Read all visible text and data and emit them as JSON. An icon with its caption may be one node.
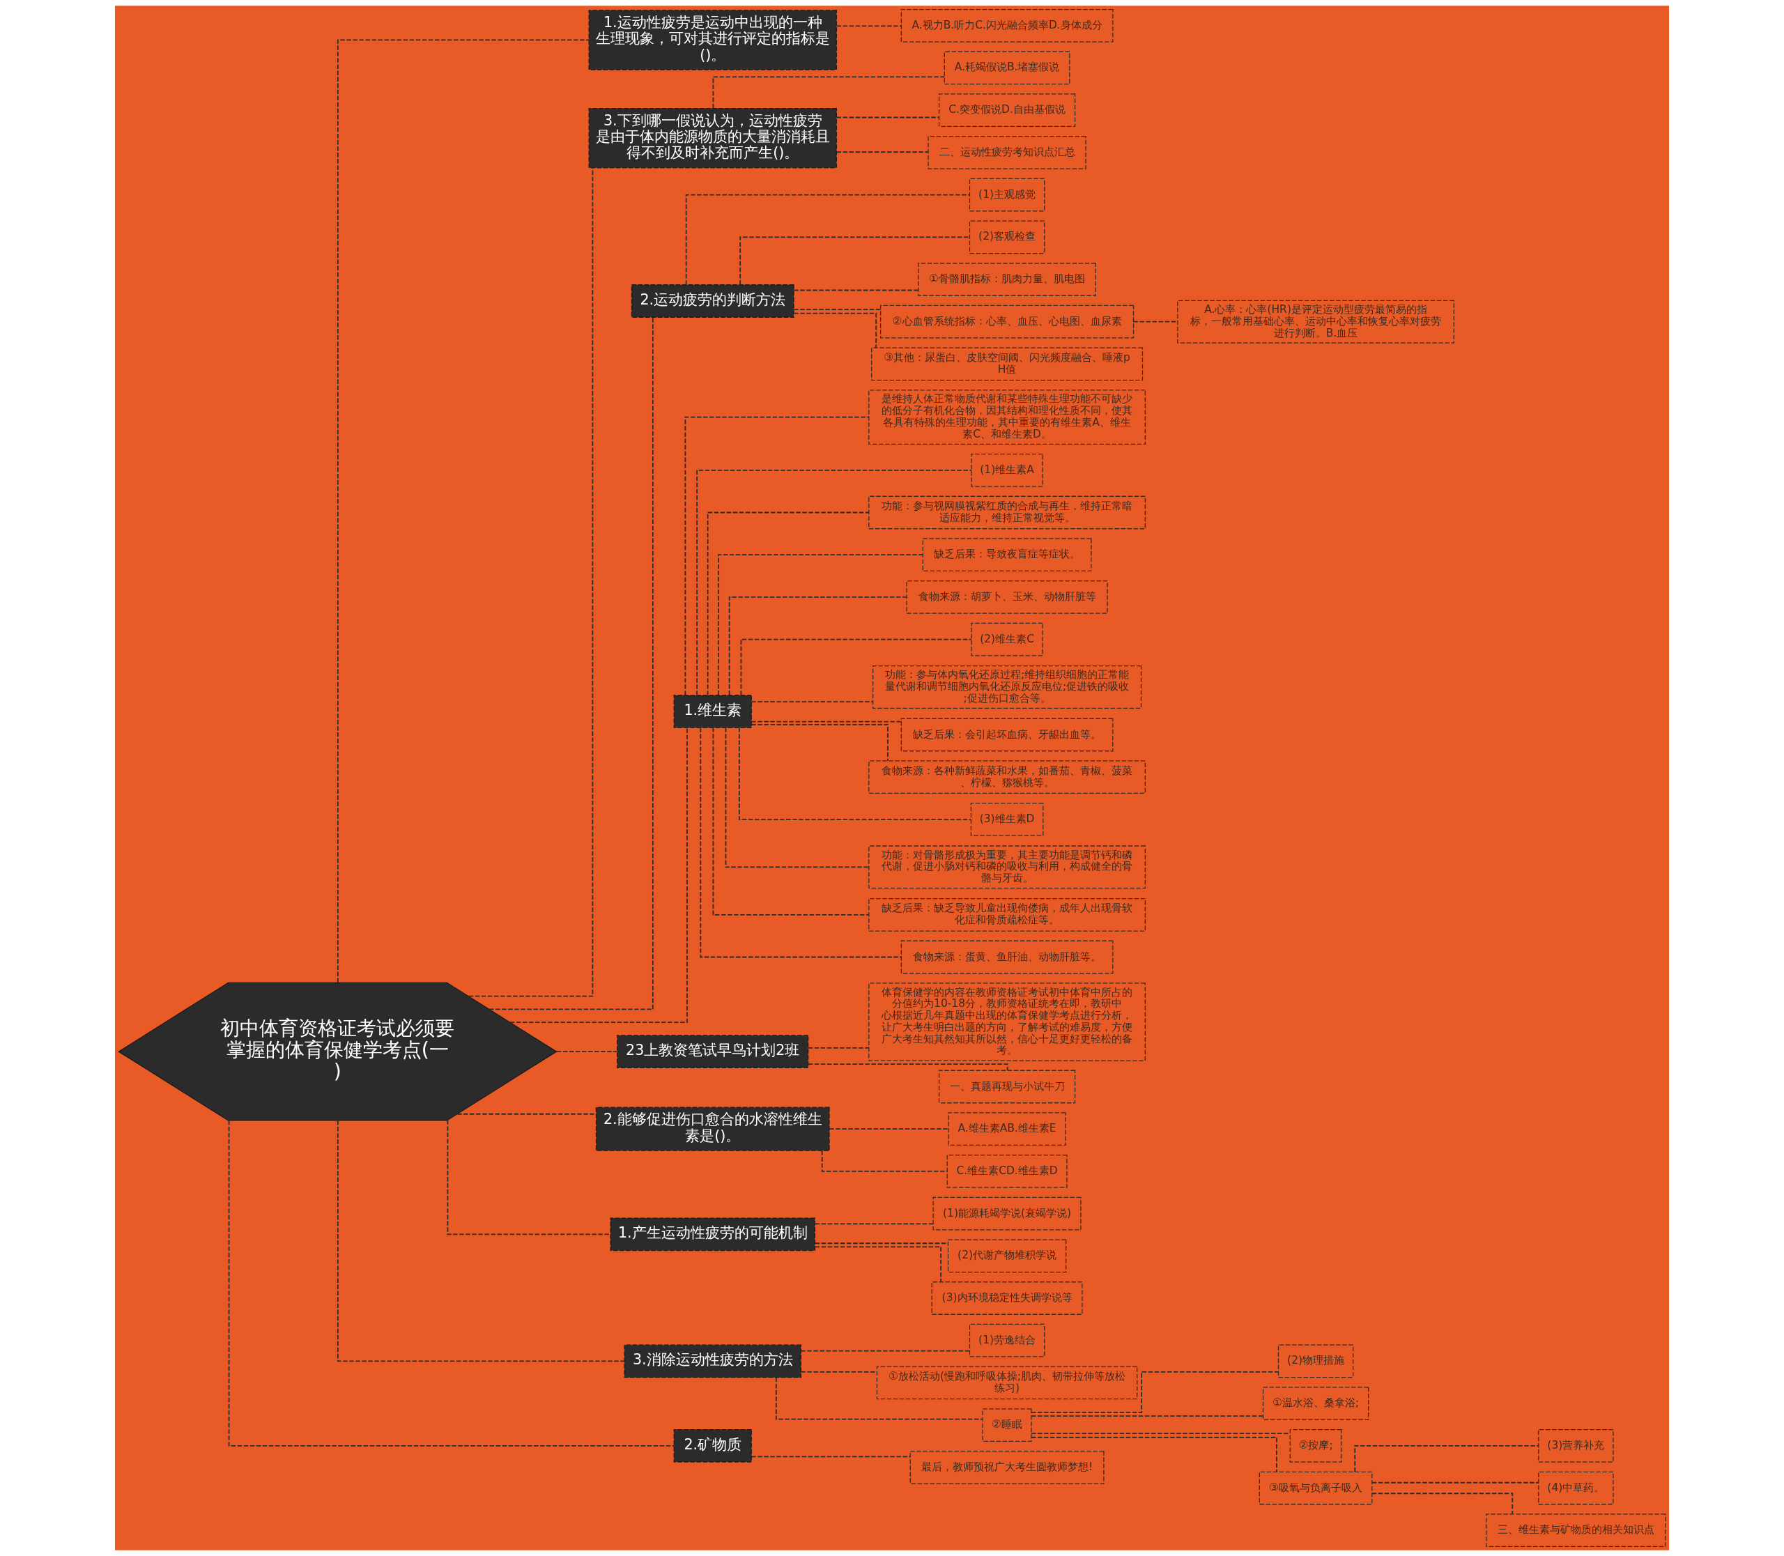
{
  "diagram": {
    "nodes": [
      {
        "text": [
          "初中体育资格证考试必须要掌握的体育保健学考点(一)"
        ]
      },
      {
        "text": [
          "1.运动性疲劳是运动中出现的一种生理现象，可对其进行评定的指标是()。"
        ]
      },
      {
        "text": [
          "A.视力B.听力C.闪光融合频率D.身体成分"
        ]
      },
      {
        "text": [
          "3.下到哪一假说认为，运动性疲劳是由于体内能源物质的大量消消耗且得不到及时补充而产生()。"
        ]
      },
      {
        "text": [
          "A.耗竭假说B.堵塞假说"
        ]
      },
      {
        "text": [
          "C.突变假说D.自由基假说"
        ]
      },
      {
        "text": [
          "二、运动性疲劳考知识点汇总"
        ]
      },
      {
        "text": [
          "2.运动疲劳的判断方法"
        ]
      },
      {
        "text": [
          "(1)主观感觉"
        ]
      },
      {
        "text": [
          "(2)客观检查"
        ]
      },
      {
        "text": [
          "①骨骼肌指标：肌肉力量、肌电图"
        ]
      },
      {
        "text": [
          "②心血管系统指标：心率、血压、心电图、血尿素"
        ]
      },
      {
        "text": [
          "A.心率：心率(HR)是评定运动型疲劳最简易的指标，一般常用基础心率、运动中心率和恢复心率对疲劳进行判断。B.血压"
        ]
      },
      {
        "text": [
          "③其他：尿蛋白、皮肤空间阈、闪光频度融合、唾液pH值"
        ]
      },
      {
        "text": [
          "1.维生素"
        ]
      },
      {
        "text": [
          "是维持人体正常物质代谢和某些特殊生理功能不可缺少的低分子有机化合物，因其结构和理化性质不同，使其各具有特殊的生理功能，其中重要的有维生素A、维生素C、和维生素D。"
        ]
      },
      {
        "text": [
          "(1)维生素A"
        ]
      },
      {
        "text": [
          "功能：参与视网膜视紫红质的合成与再生，维持正常暗适应能力，维持正常视觉等。"
        ]
      },
      {
        "text": [
          "缺乏后果：导致夜盲症等症状。"
        ]
      },
      {
        "text": [
          "食物来源：胡萝卜、玉米、动物肝脏等"
        ]
      },
      {
        "text": [
          "(2)维生素C"
        ]
      },
      {
        "text": [
          "功能：参与体内氧化还原过程;维持组织细胞的正常能量代谢和调节细胞内氧化还原反应电位;促进铁的吸收;促进伤口愈合等。"
        ]
      },
      {
        "text": [
          "缺乏后果：会引起坏血病、牙龈出血等。"
        ]
      },
      {
        "text": [
          "食物来源：各种新鲜蔬菜和水果，如番茄、青椒、菠菜、柠檬、猕猴桃等。"
        ]
      },
      {
        "text": [
          "(3)维生素D"
        ]
      },
      {
        "text": [
          "功能：对骨骼形成极为重要，其主要功能是调节钙和磷代谢，促进小肠对钙和磷的吸收与利用，构成健全的骨骼与牙齿。"
        ]
      },
      {
        "text": [
          "缺乏后果：缺乏导致儿童出现佝偻病，成年人出现骨软化症和骨质疏松症等。"
        ]
      },
      {
        "text": [
          "食物来源：蛋黄、鱼肝油、动物肝脏等。"
        ]
      },
      {
        "text": [
          "23上教资笔试早鸟计划2班"
        ]
      },
      {
        "text": [
          "体育保健学的内容在教师资格证考试初中体育中所占的分值约为10-18分，教师资格证统考在即，教研中心根据近几年真题中出现的体育保健学考点进行分析，让广大考生明白出题的方向，了解考试的难易度，方便广大考生知其然知其所以然，信心十足更好更轻松的备考。"
        ]
      },
      {
        "text": [
          "一、真题再现与小试牛刀"
        ]
      },
      {
        "text": [
          "2.能够促进伤口愈合的水溶性维生素是()。"
        ]
      },
      {
        "text": [
          "A.维生素AB.维生素E"
        ]
      },
      {
        "text": [
          "C.维生素CD.维生素D"
        ]
      },
      {
        "text": [
          "1.产生运动性疲劳的可能机制"
        ]
      },
      {
        "text": [
          "(1)能源耗竭学说(衰竭学说)"
        ]
      },
      {
        "text": [
          "(2)代谢产物堆积学说"
        ]
      },
      {
        "text": [
          "(3)内环境稳定性失调学说等"
        ]
      },
      {
        "text": [
          "3.消除运动性疲劳的方法"
        ]
      },
      {
        "text": [
          "(1)劳逸结合"
        ]
      },
      {
        "text": [
          "①放松活动(慢跑和呼吸体操;肌肉、韧带拉伸等放松练习)"
        ]
      },
      {
        "text": [
          "②睡眠"
        ]
      },
      {
        "text": [
          "(2)物理措施"
        ]
      },
      {
        "text": [
          "①温水浴、桑拿浴;"
        ]
      },
      {
        "text": [
          "②按摩;"
        ]
      },
      {
        "text": [
          "③吸氧与负离子吸入"
        ]
      },
      {
        "text": [
          "(3)营养补充"
        ]
      },
      {
        "text": [
          "(4)中草药。"
        ]
      },
      {
        "text": [
          "三、维生素与矿物质的相关知识点"
        ]
      },
      {
        "text": [
          "2.矿物质"
        ]
      },
      {
        "text": [
          "最后，教师预祝广大考生圆教师梦想!"
        ]
      }
    ],
    "edges": [
      {
        "from": 0,
        "to": 1,
        "arrow": "none"
      },
      {
        "from": 1,
        "to": 2,
        "arrow": "none"
      },
      {
        "from": 0,
        "to": 3,
        "arrow": "none"
      },
      {
        "from": 3,
        "to": 4,
        "arrow": "none"
      },
      {
        "from": 3,
        "to": 5,
        "arrow": "none"
      },
      {
        "from": 3,
        "to": 6,
        "arrow": "none"
      },
      {
        "from": 0,
        "to": 7,
        "arrow": "none"
      },
      {
        "from": 7,
        "to": 8,
        "arrow": "none"
      },
      {
        "from": 7,
        "to": 9,
        "arrow": "none"
      },
      {
        "from": 7,
        "to": 10,
        "arrow": "none"
      },
      {
        "from": 7,
        "to": 11,
        "arrow": "none"
      },
      {
        "from": 11,
        "to": 12,
        "arrow": "none"
      },
      {
        "from": 7,
        "to": 13,
        "arrow": "none"
      },
      {
        "from": 0,
        "to": 14,
        "arrow": "none"
      },
      {
        "from": 14,
        "to": 15,
        "arrow": "none"
      },
      {
        "from": 14,
        "to": 16,
        "arrow": "none"
      },
      {
        "from": 14,
        "to": 17,
        "arrow": "none"
      },
      {
        "from": 14,
        "to": 18,
        "arrow": "none"
      },
      {
        "from": 14,
        "to": 19,
        "arrow": "none"
      },
      {
        "from": 14,
        "to": 20,
        "arrow": "none"
      },
      {
        "from": 14,
        "to": 21,
        "arrow": "none"
      },
      {
        "from": 14,
        "to": 22,
        "arrow": "none"
      },
      {
        "from": 14,
        "to": 23,
        "arrow": "none"
      },
      {
        "from": 14,
        "to": 24,
        "arrow": "none"
      },
      {
        "from": 14,
        "to": 25,
        "arrow": "none"
      },
      {
        "from": 14,
        "to": 26,
        "arrow": "none"
      },
      {
        "from": 14,
        "to": 27,
        "arrow": "none"
      },
      {
        "from": 0,
        "to": 28,
        "arrow": "none"
      },
      {
        "from": 28,
        "to": 29,
        "arrow": "none"
      },
      {
        "from": 28,
        "to": 30,
        "arrow": "none"
      },
      {
        "from": 0,
        "to": 31,
        "arrow": "none"
      },
      {
        "from": 31,
        "to": 32,
        "arrow": "none"
      },
      {
        "from": 31,
        "to": 33,
        "arrow": "none"
      },
      {
        "from": 0,
        "to": 34,
        "arrow": "none"
      },
      {
        "from": 34,
        "to": 35,
        "arrow": "none"
      },
      {
        "from": 34,
        "to": 36,
        "arrow": "none"
      },
      {
        "from": 34,
        "to": 37,
        "arrow": "none"
      },
      {
        "from": 0,
        "to": 38,
        "arrow": "none"
      },
      {
        "from": 38,
        "to": 39,
        "arrow": "none"
      },
      {
        "from": 38,
        "to": 40,
        "arrow": "none"
      },
      {
        "from": 38,
        "to": 41,
        "arrow": "none"
      },
      {
        "from": 41,
        "to": 42,
        "arrow": "none"
      },
      {
        "from": 41,
        "to": 43,
        "arrow": "none"
      },
      {
        "from": 41,
        "to": 44,
        "arrow": "none"
      },
      {
        "from": 41,
        "to": 45,
        "arrow": "none"
      },
      {
        "from": 45,
        "to": 46,
        "arrow": "none"
      },
      {
        "from": 45,
        "to": 47,
        "arrow": "none"
      },
      {
        "from": 45,
        "to": 48,
        "arrow": "none"
      },
      {
        "from": 0,
        "to": 49,
        "arrow": "none"
      },
      {
        "from": 49,
        "to": 50,
        "arrow": "none"
      }
    ]
  }
}
